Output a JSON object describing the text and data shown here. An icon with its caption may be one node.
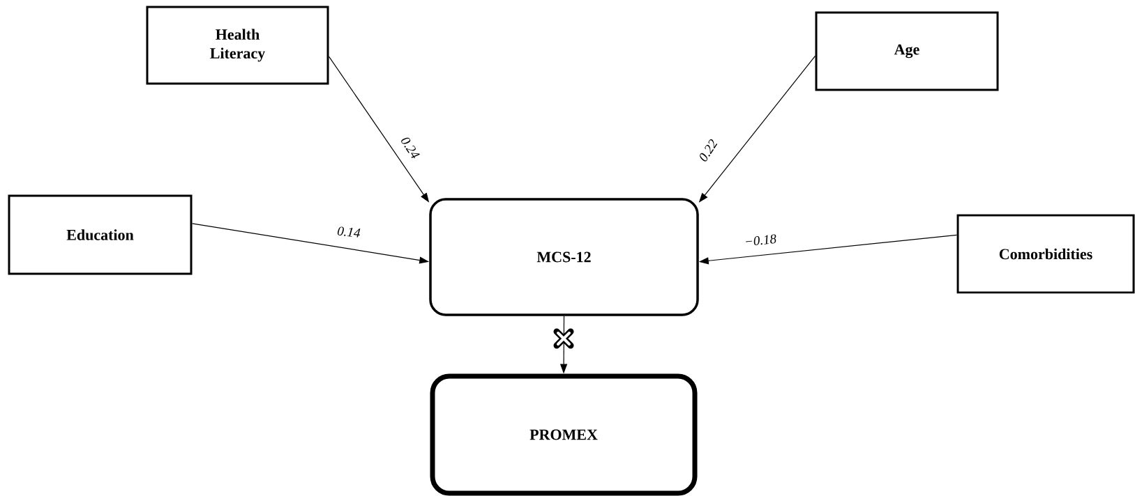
{
  "diagram": {
    "nodes": [
      {
        "text": [
          "Health Literacy"
        ]
      },
      {
        "text": [
          "Age"
        ]
      },
      {
        "text": [
          "Education"
        ]
      },
      {
        "text": [
          "MCS-12"
        ]
      },
      {
        "text": [
          "Comorbidities"
        ]
      },
      {
        "text": [
          "PROMEX"
        ]
      }
    ],
    "edges": [
      {
        "from": 0,
        "to": 3,
        "arrow": "to",
        "label": "0.24"
      },
      {
        "from": 1,
        "to": 3,
        "arrow": "to",
        "label": "0.22"
      },
      {
        "from": 2,
        "to": 3,
        "arrow": "to",
        "label": "0.14"
      },
      {
        "from": 4,
        "to": 3,
        "arrow": "to",
        "label": "−0.18"
      },
      {
        "from": 3,
        "to": 5,
        "arrow": "to"
      }
    ]
  }
}
